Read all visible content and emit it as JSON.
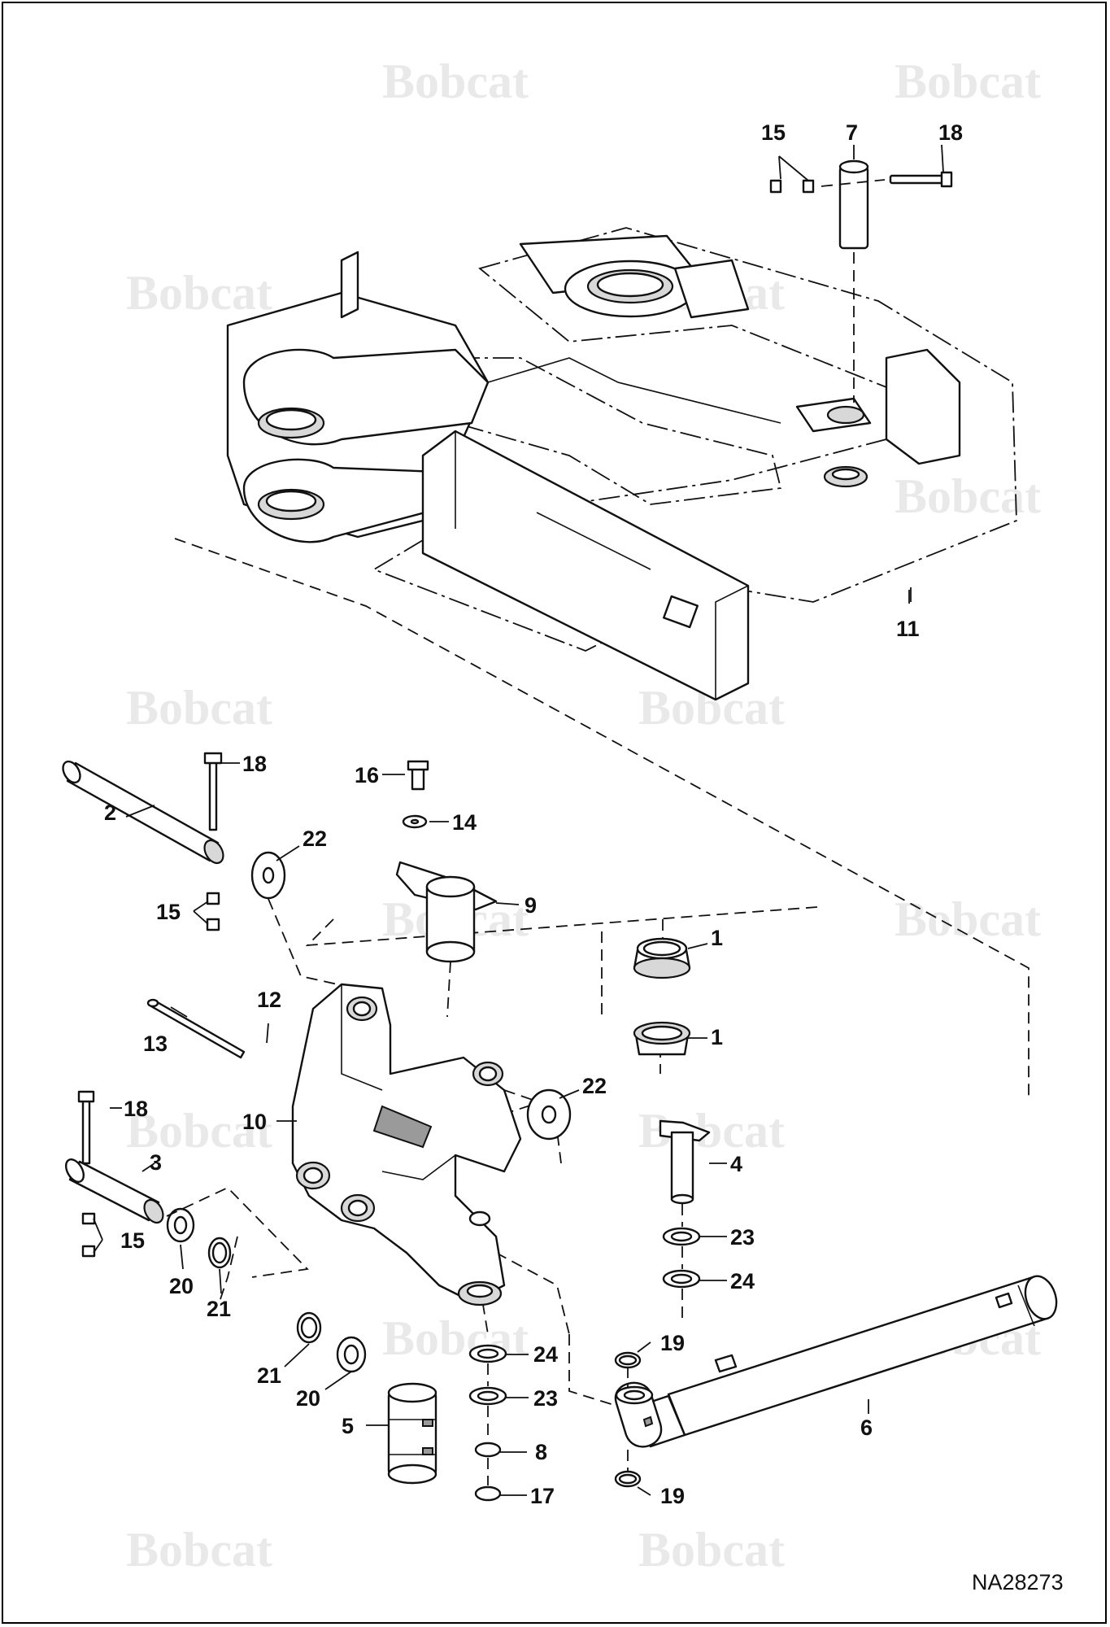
{
  "drawing": {
    "brand_watermark": "Bobcat",
    "reference_number": "NA28273"
  },
  "callouts": [
    {
      "id": "c7",
      "label": "7"
    },
    {
      "id": "c15a",
      "label": "15"
    },
    {
      "id": "c18a",
      "label": "18"
    },
    {
      "id": "c11",
      "label": "11"
    },
    {
      "id": "c18b",
      "label": "18"
    },
    {
      "id": "c2",
      "label": "2"
    },
    {
      "id": "c22a",
      "label": "22"
    },
    {
      "id": "c15b",
      "label": "15"
    },
    {
      "id": "c16",
      "label": "16"
    },
    {
      "id": "c14",
      "label": "14"
    },
    {
      "id": "c9",
      "label": "9"
    },
    {
      "id": "c1a",
      "label": "1"
    },
    {
      "id": "c1b",
      "label": "1"
    },
    {
      "id": "c12",
      "label": "12"
    },
    {
      "id": "c13",
      "label": "13"
    },
    {
      "id": "c22b",
      "label": "22"
    },
    {
      "id": "c18c",
      "label": "18"
    },
    {
      "id": "c10",
      "label": "10"
    },
    {
      "id": "c3",
      "label": "3"
    },
    {
      "id": "c4",
      "label": "4"
    },
    {
      "id": "c15c",
      "label": "15"
    },
    {
      "id": "c23a",
      "label": "23"
    },
    {
      "id": "c24a",
      "label": "24"
    },
    {
      "id": "c20a",
      "label": "20"
    },
    {
      "id": "c21a",
      "label": "21"
    },
    {
      "id": "c21b",
      "label": "21"
    },
    {
      "id": "c20b",
      "label": "20"
    },
    {
      "id": "c24b",
      "label": "24"
    },
    {
      "id": "c19a",
      "label": "19"
    },
    {
      "id": "c23b",
      "label": "23"
    },
    {
      "id": "c6",
      "label": "6"
    },
    {
      "id": "c5",
      "label": "5"
    },
    {
      "id": "c8",
      "label": "8"
    },
    {
      "id": "c17",
      "label": "17"
    },
    {
      "id": "c19b",
      "label": "19"
    }
  ]
}
